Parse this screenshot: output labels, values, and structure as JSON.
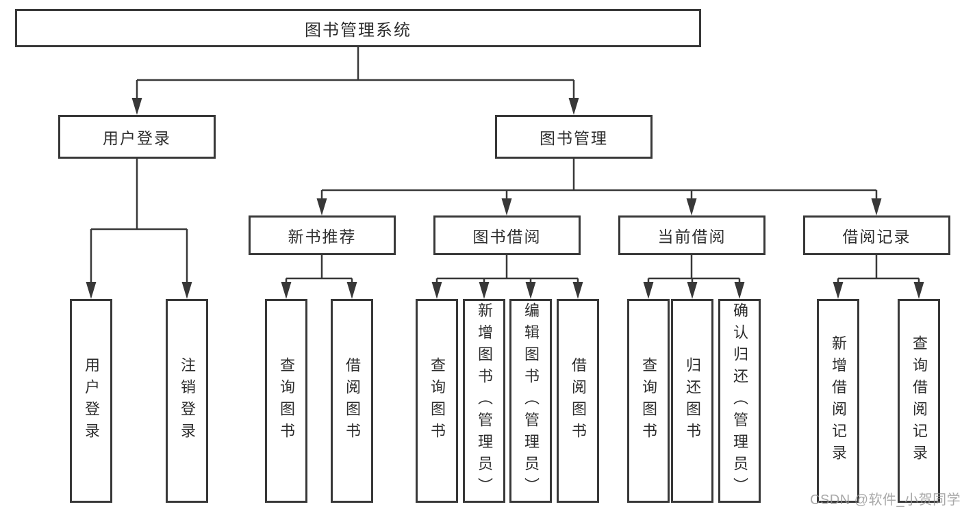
{
  "diagram_title": "图书管理系统",
  "tree": {
    "label": "图书管理系统",
    "children": [
      {
        "label": "用户登录",
        "children": [
          {
            "label": "用户登录"
          },
          {
            "label": "注销登录"
          }
        ]
      },
      {
        "label": "图书管理",
        "children": [
          {
            "label": "新书推荐",
            "children": [
              {
                "label": "查询图书"
              },
              {
                "label": "借阅图书"
              }
            ]
          },
          {
            "label": "图书借阅",
            "children": [
              {
                "label": "查询图书"
              },
              {
                "label": "新增图书（管理员）"
              },
              {
                "label": "编辑图书（管理员）"
              },
              {
                "label": "借阅图书"
              }
            ]
          },
          {
            "label": "当前借阅",
            "children": [
              {
                "label": "查询图书"
              },
              {
                "label": "归还图书"
              },
              {
                "label": "确认归还（管理员）"
              }
            ]
          },
          {
            "label": "借阅记录",
            "children": [
              {
                "label": "新增借阅记录"
              },
              {
                "label": "查询借阅记录"
              }
            ]
          }
        ]
      }
    ]
  },
  "watermark": {
    "text": "CSDN @软件_小贺同学"
  },
  "colors": {
    "line": "#383838",
    "box_border": "#383838",
    "text": "#2d2d2d",
    "watermark": "#949494",
    "background": "#ffffff"
  }
}
